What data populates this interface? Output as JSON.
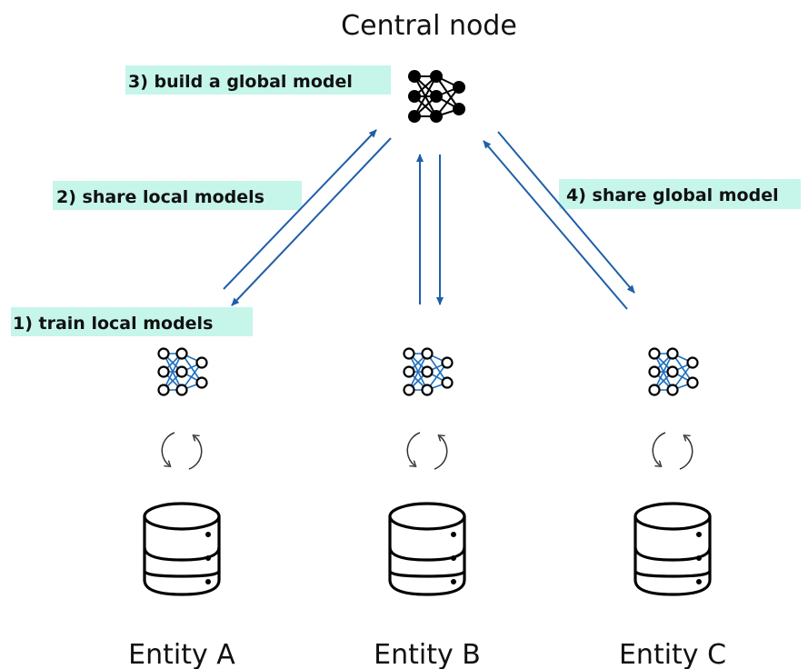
{
  "central": {
    "title": "Central node",
    "icon": "neural-network-icon"
  },
  "steps": [
    {
      "id": "train",
      "label": "1) train local models"
    },
    {
      "id": "share-local",
      "label": "2) share local models"
    },
    {
      "id": "build-global",
      "label": "3) build a global model"
    },
    {
      "id": "share-global",
      "label": "4) share global model"
    }
  ],
  "entities": [
    {
      "label": "Entity A",
      "icons": [
        "neural-network-icon",
        "refresh-cycle-icon",
        "database-icon"
      ]
    },
    {
      "label": "Entity B",
      "icons": [
        "neural-network-icon",
        "refresh-cycle-icon",
        "database-icon"
      ]
    },
    {
      "label": "Entity C",
      "icons": [
        "neural-network-icon",
        "refresh-cycle-icon",
        "database-icon"
      ]
    }
  ],
  "colors": {
    "highlight": "#c6f5ea",
    "arrow": "#1f5fa8",
    "network_links": "#1f6fc0",
    "ink": "#111111"
  }
}
